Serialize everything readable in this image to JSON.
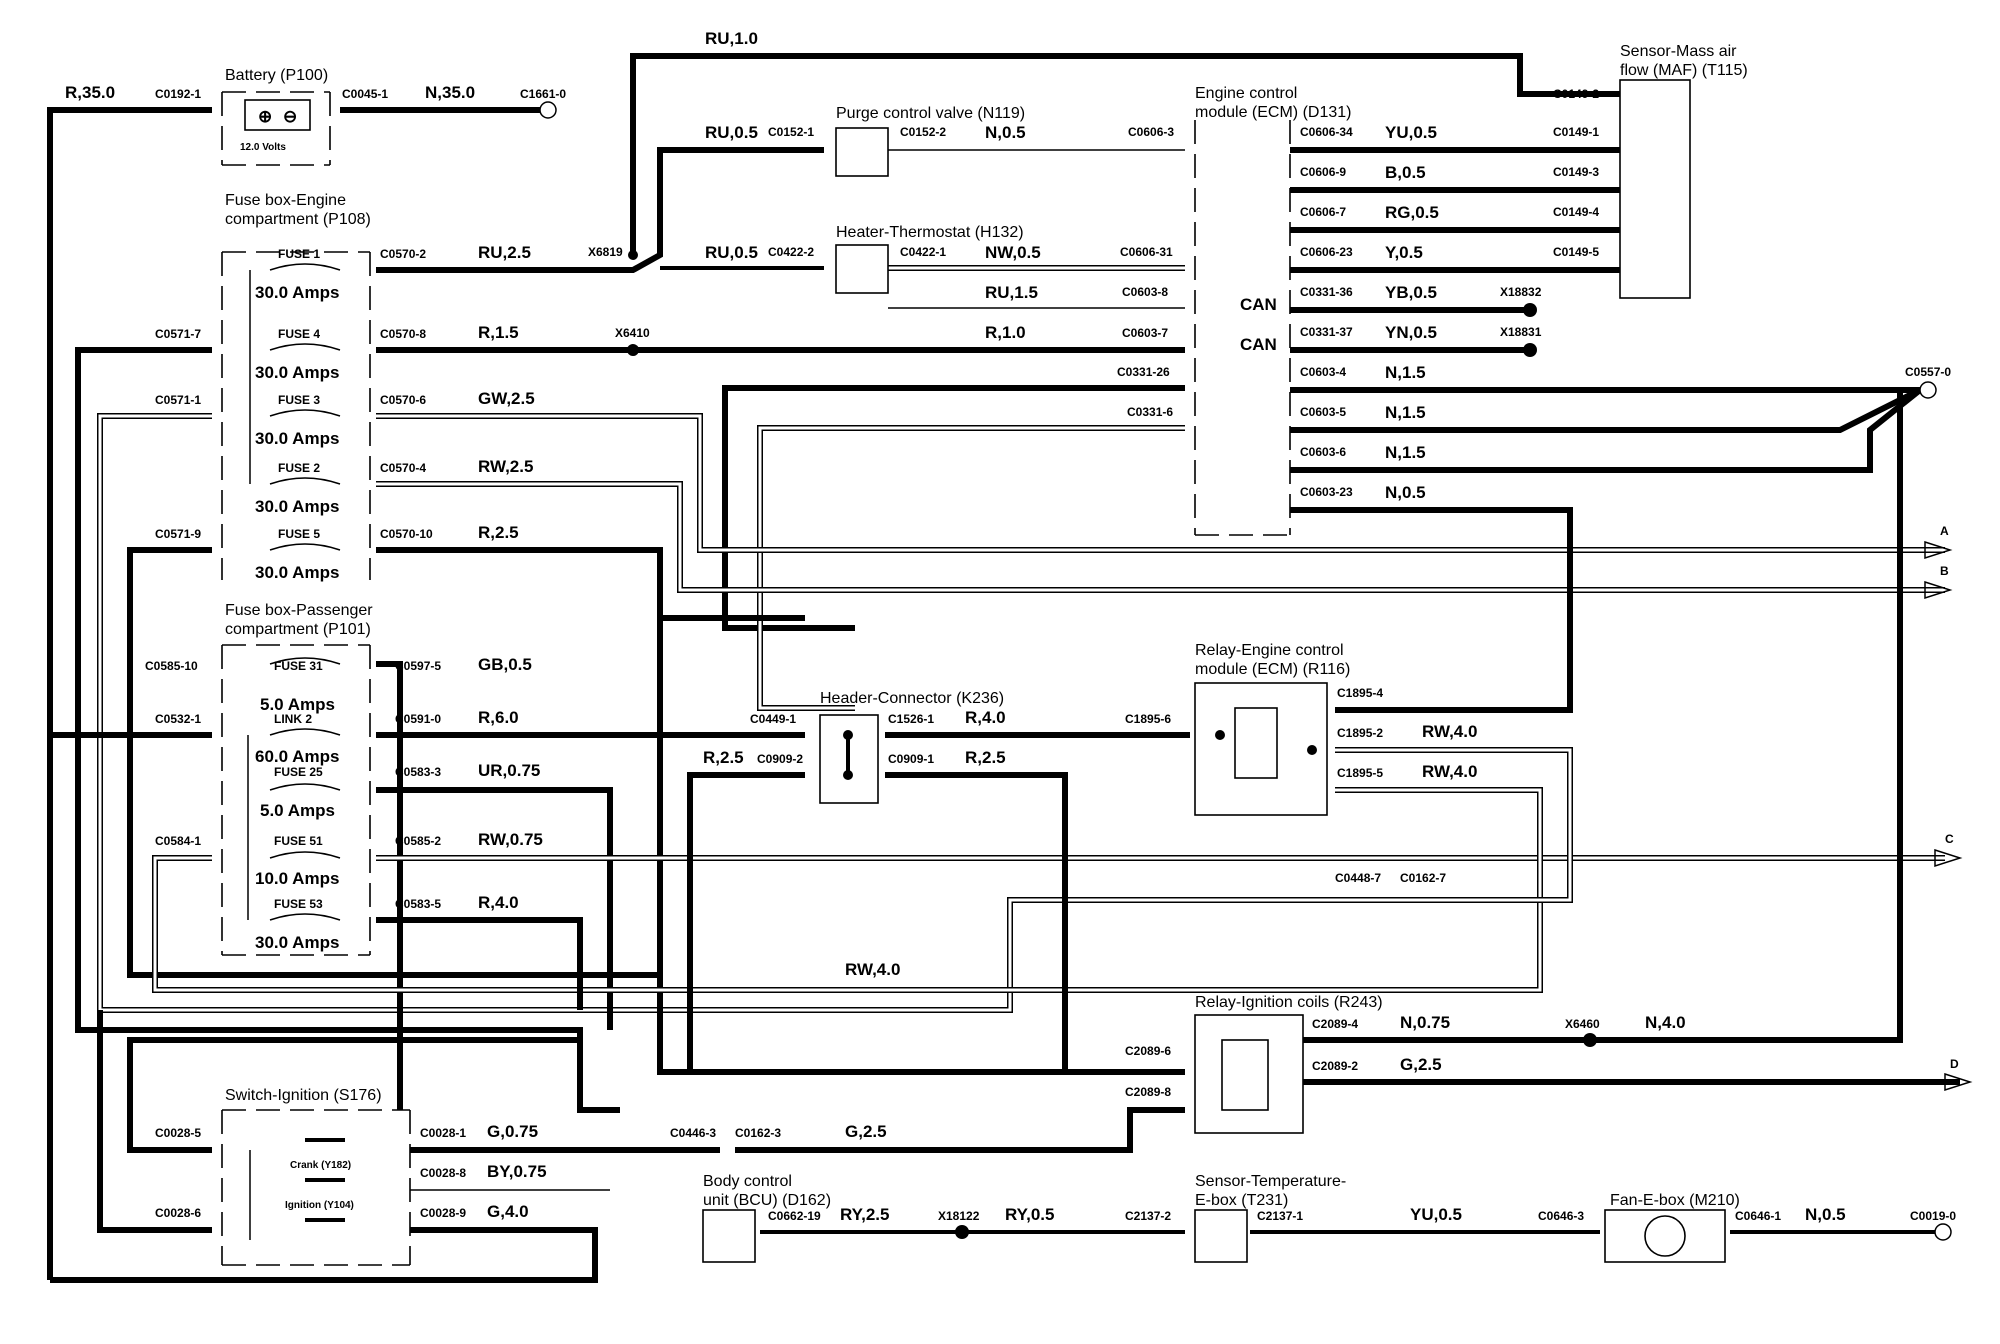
{
  "components": {
    "battery": {
      "title": "Battery (P100)",
      "volts": "12.0 Volts"
    },
    "fusebox_engine": {
      "title1": "Fuse box-Engine",
      "title2": "compartment (P108)"
    },
    "fusebox_pass": {
      "title1": "Fuse box-Passenger",
      "title2": "compartment (P101)"
    },
    "purge": {
      "title": "Purge control valve (N119)"
    },
    "heater": {
      "title": "Heater-Thermostat (H132)"
    },
    "ecm": {
      "title1": "Engine control",
      "title2": "module (ECM) (D131)"
    },
    "maf": {
      "title1": "Sensor-Mass air",
      "title2": "flow (MAF) (T115)"
    },
    "header": {
      "title": "Header-Connector (K236)"
    },
    "relay_ecm": {
      "title1": "Relay-Engine control",
      "title2": "module (ECM) (R116)"
    },
    "relay_ign": {
      "title": "Relay-Ignition coils (R243)"
    },
    "switch_ign": {
      "title": "Switch-Ignition (S176)",
      "crank": "Crank (Y182)",
      "ignition": "Ignition (Y104)"
    },
    "bcu": {
      "title1": "Body control",
      "title2": "unit (BCU) (D162)"
    },
    "temp_sensor": {
      "title1": "Sensor-Temperature-",
      "title2": "E-box (T231)"
    },
    "fan": {
      "title": "Fan-E-box (M210)"
    }
  },
  "fuses": [
    {
      "name": "FUSE 1",
      "rating": "30.0 Amps"
    },
    {
      "name": "FUSE 4",
      "rating": "30.0 Amps"
    },
    {
      "name": "FUSE 3",
      "rating": "30.0 Amps"
    },
    {
      "name": "FUSE 2",
      "rating": "30.0 Amps"
    },
    {
      "name": "FUSE 5",
      "rating": "30.0 Amps"
    },
    {
      "name": "FUSE 31",
      "rating": "5.0 Amps"
    },
    {
      "name": "LINK 2",
      "rating": "60.0 Amps"
    },
    {
      "name": "FUSE 25",
      "rating": "5.0 Amps"
    },
    {
      "name": "FUSE 51",
      "rating": "10.0 Amps"
    },
    {
      "name": "FUSE 53",
      "rating": "30.0 Amps"
    }
  ],
  "connectors": {
    "c0192_1": "C0192-1",
    "c0045_1": "C0045-1",
    "c1661_0": "C1661-0",
    "c0570_2": "C0570-2",
    "c0570_8": "C0570-8",
    "c0570_6": "C0570-6",
    "c0570_4": "C0570-4",
    "c0570_10": "C0570-10",
    "c0571_7": "C0571-7",
    "c0571_1": "C0571-1",
    "c0571_9": "C0571-9",
    "c0585_10": "C0585-10",
    "c0597_5": "C0597-5",
    "c0532_1": "C0532-1",
    "c0591_0": "C0591-0",
    "c0583_3": "C0583-3",
    "c0584_1": "C0584-1",
    "c0585_2": "C0585-2",
    "c0583_5": "C0583-5",
    "c0152_1": "C0152-1",
    "c0152_2": "C0152-2",
    "c0422_2": "C0422-2",
    "c0422_1": "C0422-1",
    "c0606_3": "C0606-3",
    "c0606_31": "C0606-31",
    "c0603_8": "C0603-8",
    "c0603_7": "C0603-7",
    "c0331_26": "C0331-26",
    "c0331_6": "C0331-6",
    "c0606_34": "C0606-34",
    "c0606_9": "C0606-9",
    "c0606_7": "C0606-7",
    "c0606_23": "C0606-23",
    "c0331_36": "C0331-36",
    "c0331_37": "C0331-37",
    "c0603_4": "C0603-4",
    "c0603_5": "C0603-5",
    "c0603_6": "C0603-6",
    "c0603_23": "C0603-23",
    "c0149_2": "C0149-2",
    "c0149_1": "C0149-1",
    "c0149_3": "C0149-3",
    "c0149_4": "C0149-4",
    "c0149_5": "C0149-5",
    "c0557_0": "C0557-0",
    "x6819": "X6819",
    "x6410": "X6410",
    "x18832": "X18832",
    "x18831": "X18831",
    "c0449_1": "C0449-1",
    "c1526_1": "C1526-1",
    "c0909_2": "C0909-2",
    "c0909_1": "C0909-1",
    "c1895_6": "C1895-6",
    "c1895_4": "C1895-4",
    "c1895_2": "C1895-2",
    "c1895_5": "C1895-5",
    "c0448_7": "C0448-7",
    "c0162_7": "C0162-7",
    "c2089_4": "C2089-4",
    "c2089_6": "C2089-6",
    "c2089_2": "C2089-2",
    "c2089_8": "C2089-8",
    "x6460": "X6460",
    "c0028_5": "C0028-5",
    "c0028_1": "C0028-1",
    "c0028_8": "C0028-8",
    "c0028_6": "C0028-6",
    "c0028_9": "C0028-9",
    "c0446_3": "C0446-3",
    "c0162_3": "C0162-3",
    "c0662_19": "C0662-19",
    "x18122": "X18122",
    "c2137_2": "C2137-2",
    "c2137_1": "C2137-1",
    "c0646_3": "C0646-3",
    "c0646_1": "C0646-1",
    "c0019_0": "C0019-0"
  },
  "wires": {
    "r35": "R,35.0",
    "n35": "N,35.0",
    "ru10": "RU,1.0",
    "ru05a": "RU,0.5",
    "n05": "N,0.5",
    "ru05b": "RU,0.5",
    "nw05": "NW,0.5",
    "ru25": "RU,2.5",
    "ru15": "RU,1.5",
    "r15": "R,1.5",
    "r10": "R,1.0",
    "gw25": "GW,2.5",
    "rw25": "RW,2.5",
    "r25a": "R,2.5",
    "gb05": "GB,0.5",
    "r60": "R,6.0",
    "ur075": "UR,0.75",
    "rw075": "RW,0.75",
    "r40a": "R,4.0",
    "yu05": "YU,0.5",
    "b05": "B,0.5",
    "rg05": "RG,0.5",
    "y05": "Y,0.5",
    "yb05": "YB,0.5",
    "yn05": "YN,0.5",
    "n15a": "N,1.5",
    "n15b": "N,1.5",
    "n15c": "N,1.5",
    "n05b": "N,0.5",
    "can1": "CAN",
    "can2": "CAN",
    "r40b": "R,4.0",
    "r25b": "R,2.5",
    "r25c": "R,2.5",
    "rw40a": "RW,4.0",
    "rw40b": "RW,4.0",
    "rw40c": "RW,4.0",
    "n075": "N,0.75",
    "n40": "N,4.0",
    "g25a": "G,2.5",
    "g075": "G,0.75",
    "by075": "BY,0.75",
    "g40": "G,4.0",
    "g25b": "G,2.5",
    "ry25": "RY,2.5",
    "ry05": "RY,0.5",
    "yu05b": "YU,0.5",
    "n05c": "N,0.5"
  },
  "offpage": {
    "a": "A",
    "b": "B",
    "c": "C",
    "d": "D"
  }
}
